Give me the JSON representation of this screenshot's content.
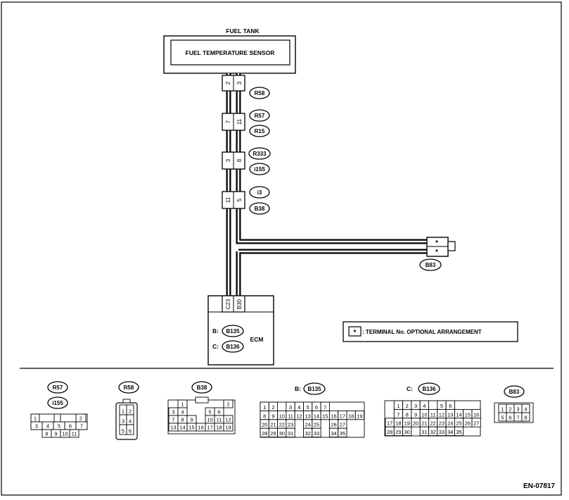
{
  "tank": {
    "title": "FUEL TANK",
    "sensor": "FUEL TEMPERATURE SENSOR"
  },
  "sensor_pins": [
    "2",
    "3"
  ],
  "connectors": [
    {
      "pins": [
        "7",
        "11"
      ],
      "tags": [
        "R57",
        "R15"
      ]
    },
    {
      "pins": [
        "3",
        "8"
      ],
      "tags": [
        "R333",
        "i155"
      ]
    },
    {
      "pins": [
        "11",
        "5"
      ],
      "tags": [
        "i3",
        "B38"
      ]
    }
  ],
  "sensor_tag": "R58",
  "b83": {
    "pins": [
      "*",
      "*"
    ],
    "tag": "B83"
  },
  "ecm": {
    "label": "ECM",
    "pins": [
      "C23",
      "B30"
    ],
    "connector_b_prefix": "B:",
    "connector_b": "B135",
    "connector_c_prefix": "C:",
    "connector_c": "B136"
  },
  "legend": {
    "symbol": "*",
    "text": ": TERMINAL No. OPTIONAL ARRANGEMENT"
  },
  "faces": {
    "r57": {
      "tags": [
        "R57",
        "i155"
      ],
      "row1": [
        "1",
        "",
        "",
        "",
        "2"
      ],
      "row2": [
        "3",
        "4",
        "5",
        "6",
        "7"
      ],
      "row3": [
        "8",
        "9",
        "10",
        "11"
      ]
    },
    "r58": {
      "tag": "R58",
      "rows": [
        [
          "1",
          "2"
        ],
        [
          "3",
          "4"
        ],
        [
          "5",
          "6"
        ]
      ]
    },
    "b38": {
      "tag": "B38",
      "rows": [
        [
          "1",
          "",
          "",
          "",
          "",
          "2"
        ],
        [
          "3",
          "4",
          "",
          "",
          "5",
          "6"
        ],
        [
          "7",
          "8",
          "9",
          "",
          "10",
          "11",
          "12"
        ],
        [
          "13",
          "14",
          "15",
          "16",
          "17",
          "18",
          "19"
        ]
      ]
    },
    "b135": {
      "prefix": "B:",
      "tag": "B135",
      "rows": [
        [
          "1",
          "2",
          "",
          "3",
          "4",
          "5",
          "6",
          "7"
        ],
        [
          "8",
          "9",
          "10",
          "11",
          "12",
          "13",
          "14",
          "15",
          "16",
          "17",
          "18",
          "19"
        ],
        [
          "20",
          "21",
          "22",
          "23",
          "",
          "24",
          "25",
          "",
          "26",
          "27"
        ],
        [
          "28",
          "29",
          "30",
          "31",
          "",
          "32",
          "33",
          "",
          "34",
          "35"
        ]
      ]
    },
    "b136": {
      "prefix": "C:",
      "tag": "B136",
      "rows": [
        [
          "1",
          "2",
          "3",
          "4",
          "",
          "5",
          "6"
        ],
        [
          "7",
          "8",
          "9",
          "10",
          "11",
          "12",
          "13",
          "14",
          "15",
          "16"
        ],
        [
          "17",
          "18",
          "19",
          "20",
          "21",
          "22",
          "23",
          "24",
          "25",
          "26",
          "27"
        ],
        [
          "28",
          "29",
          "30",
          "",
          "31",
          "32",
          "33",
          "34",
          "35"
        ]
      ]
    },
    "b83": {
      "tag": "B83",
      "rows": [
        [
          "1",
          "2",
          "3",
          "4"
        ],
        [
          "5",
          "6",
          "7",
          "8"
        ]
      ]
    }
  },
  "footer_code": "EN-07817"
}
